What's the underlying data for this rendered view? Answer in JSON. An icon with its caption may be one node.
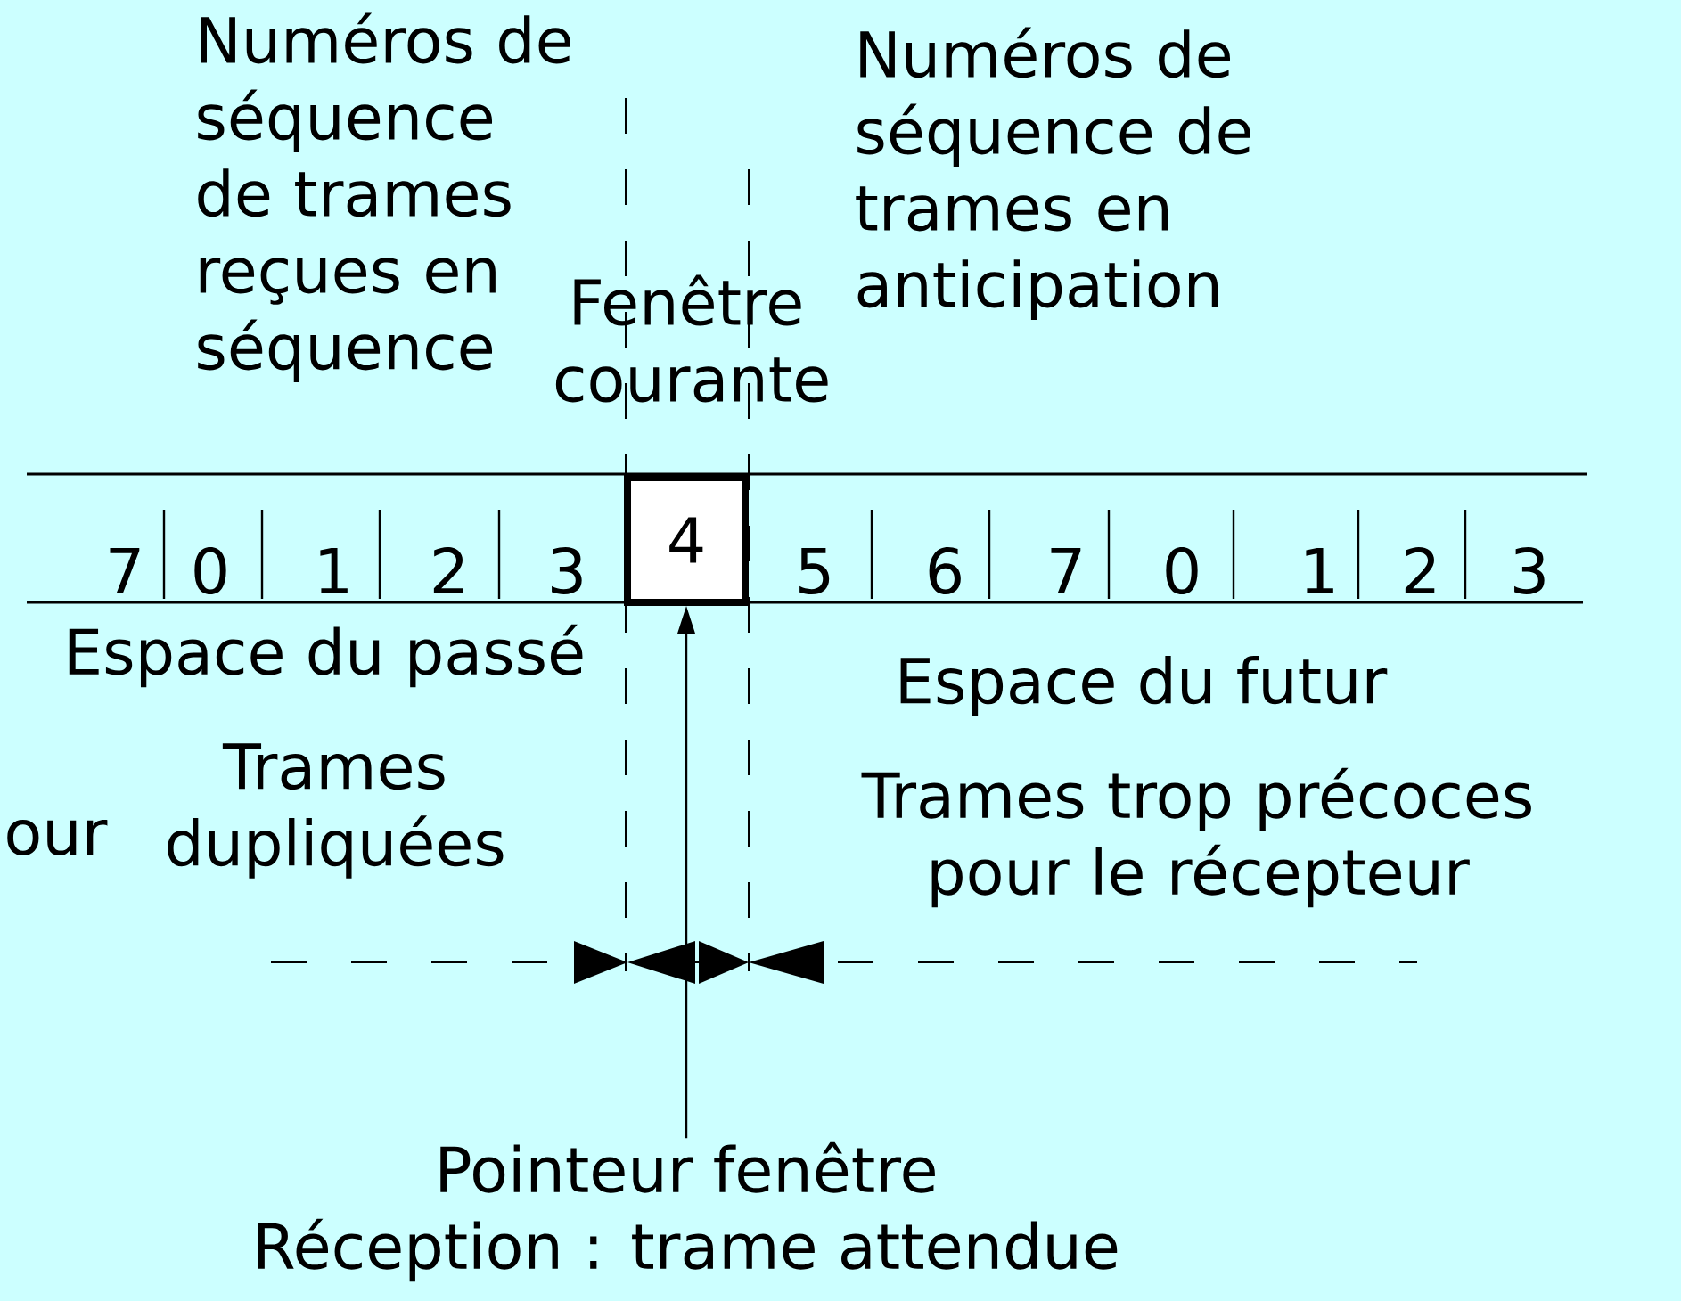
{
  "diagram": {
    "nodes": [
      {
        "text": [
          "4"
        ]
      },
      {
        "text": [
          "Pointeur fenêtre",
          "Réception : trame attendue"
        ]
      }
    ],
    "edges": [
      {
        "from": 1,
        "to": 0,
        "arrow": "to"
      }
    ],
    "labels": [
      "Numéros de séquence de trames reçues en séquence",
      "Numéros de séquence de trames en anticipation",
      "Fenêtre courante",
      "7",
      "0",
      "1",
      "2",
      "3",
      "5",
      "6",
      "7",
      "0",
      "1",
      "2",
      "3",
      "Espace du passé",
      "Espace du futur",
      "Trames dupliquées",
      "Trames trop précoces pour le récepteur",
      "our"
    ]
  }
}
